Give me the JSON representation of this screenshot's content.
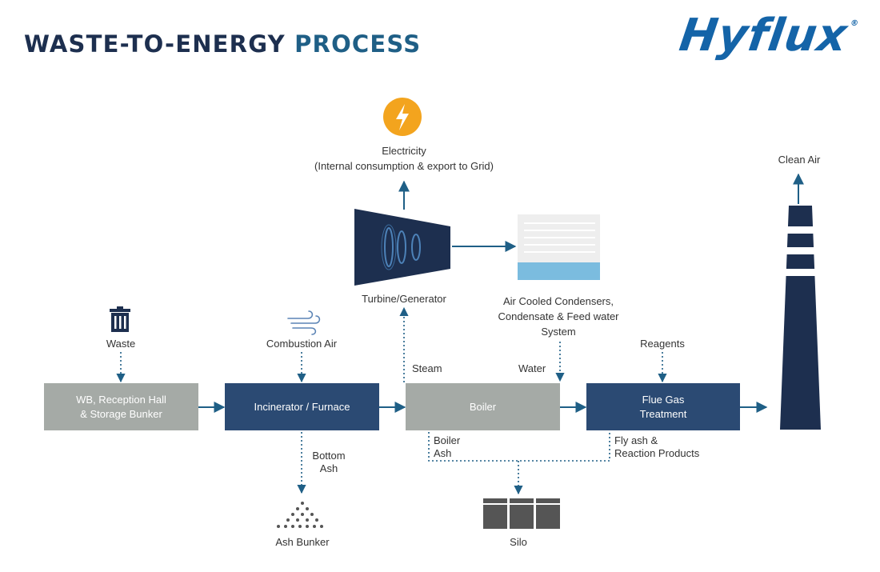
{
  "header": {
    "title_part1": "WASTE-TO-ENERGY ",
    "title_part2": "PROCESS",
    "logo": "Hyflux",
    "logo_mark": "®"
  },
  "colors": {
    "navy": "#1d2f4f",
    "process_box_dark": "#2b4a73",
    "process_box_grey": "#a5aaa6",
    "arrow": "#1f5f86",
    "electricity_icon": "#f3a41e",
    "condenser_water": "#7bbcdf"
  },
  "icons": {
    "waste": "trash-bin-icon",
    "combustion_air": "wind-icon",
    "electricity": "lightning-bolt-icon",
    "turbine": "turbine-generator-icon",
    "condenser": "air-cooled-condenser-icon",
    "stack": "chimney-stack-icon",
    "ash": "ash-pile-icon",
    "silo": "silo-icon"
  },
  "nodes": {
    "waste": "Waste",
    "combustion_air": "Combustion Air",
    "electricity_line1": "Electricity",
    "electricity_line2": "(Internal consumption & export to Grid)",
    "turbine": "Turbine/Generator",
    "condenser_line1": "Air Cooled Condensers,",
    "condenser_line2": "Condensate & Feed water",
    "condenser_line3": "System",
    "reagents": "Reagents",
    "clean_air": "Clean Air",
    "steam": "Steam",
    "water": "Water",
    "bottom_ash_line1": "Bottom",
    "bottom_ash_line2": "Ash",
    "boiler_ash_line1": "Boiler",
    "boiler_ash_line2": "Ash",
    "fly_ash_line1": "Fly ash &",
    "fly_ash_line2": "Reaction Products",
    "ash_bunker": "Ash Bunker",
    "silo": "Silo"
  },
  "boxes": {
    "reception": "WB, Reception Hall\n& Storage Bunker",
    "incinerator": "Incinerator / Furnace",
    "boiler": "Boiler",
    "flue_gas": "Flue Gas\nTreatment"
  }
}
